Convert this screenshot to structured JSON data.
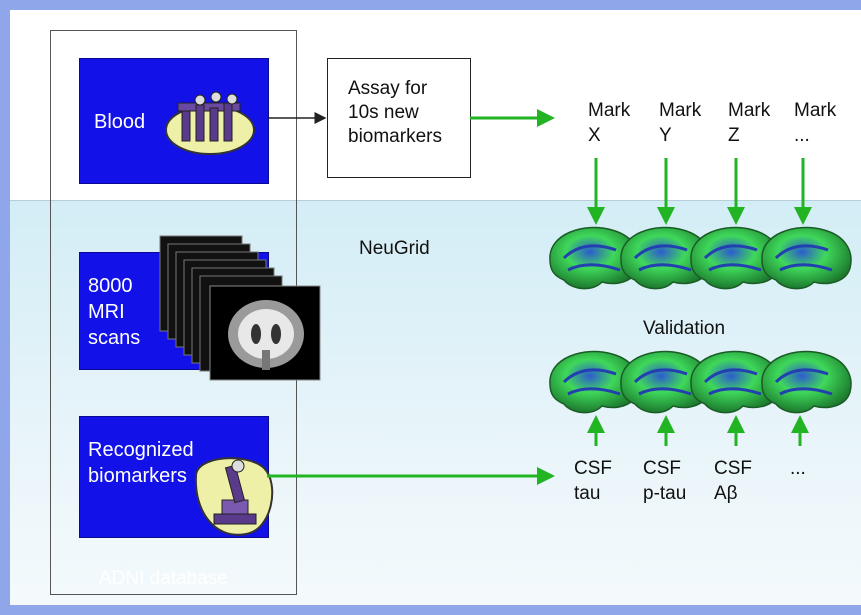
{
  "boxes": {
    "blood": "Blood",
    "mri": [
      "8000",
      "MRI",
      "scans"
    ],
    "recognized": [
      "Recognized",
      "biomarkers"
    ]
  },
  "assay": [
    "Assay for",
    "10s new",
    "biomarkers"
  ],
  "database_label": "ADNI database",
  "neugrid_label": "NeuGrid",
  "validation_label": "Validation",
  "marks": [
    {
      "line1": "Mark",
      "line2": "X"
    },
    {
      "line1": "Mark",
      "line2": "Y"
    },
    {
      "line1": "Mark",
      "line2": "Z"
    },
    {
      "line1": "Mark",
      "line2": "..."
    }
  ],
  "csf": [
    {
      "line1": "CSF",
      "line2": "tau"
    },
    {
      "line1": "CSF",
      "line2": "p-tau"
    },
    {
      "line1": "CSF",
      "line2": "Aβ"
    },
    {
      "line1": "...",
      "line2": ""
    }
  ],
  "colors": {
    "box_blue": "#1212e8",
    "arrow_green": "#22b422",
    "frame_blue": "#8fa6ea",
    "brain_green": "#3fd85a",
    "brain_blue": "#2c5bd0"
  }
}
